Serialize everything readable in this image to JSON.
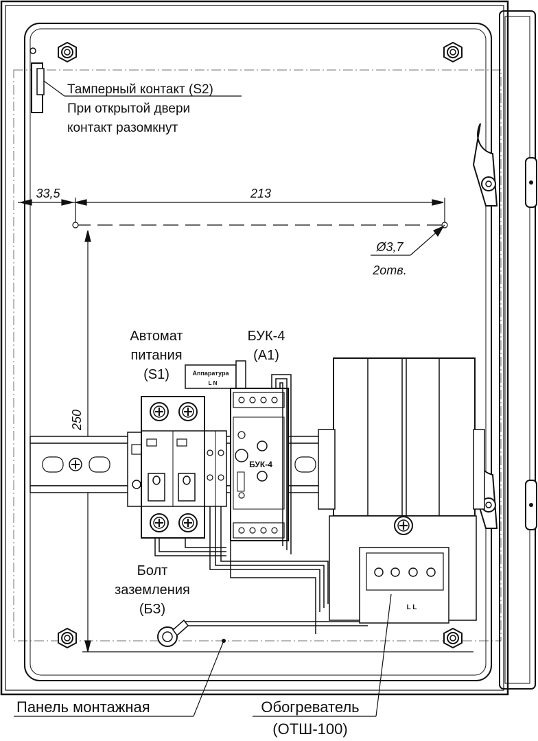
{
  "callouts": {
    "tamper_title": "Тамперный контакт (S2)",
    "tamper_line2": "При открытой двери",
    "tamper_line3": "контакт разомкнут",
    "breaker_line1": "Автомат",
    "breaker_line2": "питания",
    "breaker_line3": "(S1)",
    "buk_line1": "БУК-4",
    "buk_line2": "(A1)",
    "ground_line1": "Болт",
    "ground_line2": "заземления",
    "ground_line3": "(БЗ)",
    "panel": "Панель монтажная",
    "heater_line1": "Обогреватель",
    "heater_line2": "(ОТШ-100)"
  },
  "dimensions": {
    "left_offset": "33,5",
    "hole_spacing": "213",
    "vertical": "250",
    "hole_diameter": "Ø3,7",
    "hole_count": "2отв."
  },
  "device_labels": {
    "apparatus_tag": "Аппаратура",
    "apparatus_terminals": "L   N",
    "buk_face": "БУК-4",
    "heater_terminals": "L    L"
  }
}
